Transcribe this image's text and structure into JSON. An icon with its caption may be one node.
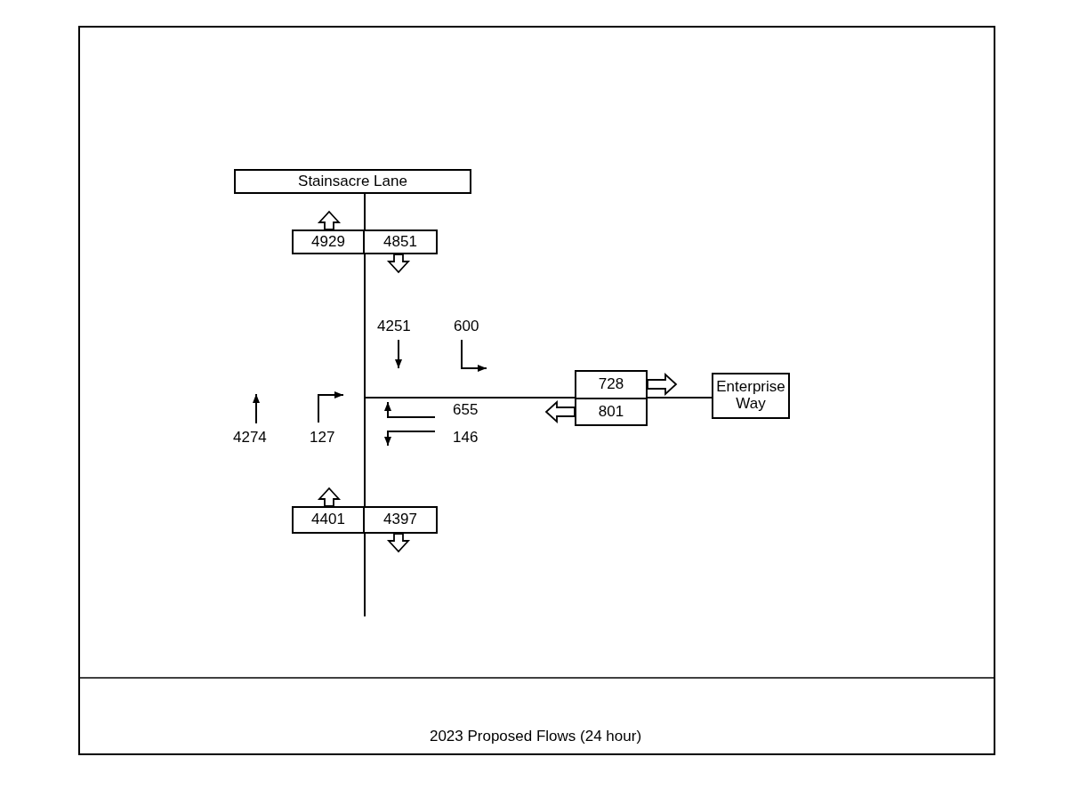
{
  "diagram": {
    "caption": "2023 Proposed Flows (24 hour)",
    "nodes": [
      {
        "text": [
          "Stainsacre Lane"
        ]
      },
      {
        "text": [
          "4929"
        ]
      },
      {
        "text": [
          "4851"
        ]
      },
      {
        "text": [
          "728"
        ]
      },
      {
        "text": [
          "Enterprise Way"
        ]
      },
      {
        "text": [
          "801"
        ]
      },
      {
        "text": [
          "4401"
        ]
      },
      {
        "text": [
          "4397"
        ]
      }
    ],
    "edges": [
      {
        "from": 0,
        "to": null,
        "arrow": "none"
      },
      {
        "from": null,
        "to": 4,
        "arrow": "none"
      },
      {
        "from": 1,
        "to": null,
        "arrow": "to"
      },
      {
        "from": 2,
        "to": null,
        "arrow": "to"
      },
      {
        "from": 3,
        "to": null,
        "arrow": "to"
      },
      {
        "from": 5,
        "to": null,
        "arrow": "to"
      },
      {
        "from": 6,
        "to": null,
        "arrow": "to"
      },
      {
        "from": 7,
        "to": null,
        "arrow": "to"
      }
    ],
    "labels": [
      "4251",
      "600",
      "655",
      "4274",
      "127",
      "146"
    ]
  }
}
